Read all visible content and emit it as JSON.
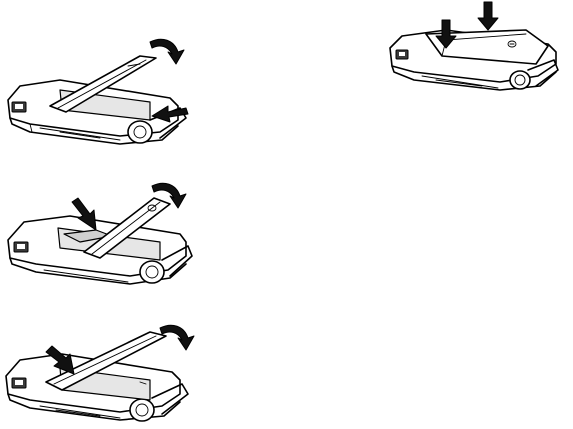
{
  "illustrations": [
    {
      "id": "step-1",
      "description_icon": "remove-battery-door-icon",
      "arrows": [
        "curved-lift-arrow",
        "push-arrow"
      ]
    },
    {
      "id": "step-2",
      "description_icon": "insert-sim-card-icon",
      "arrows": [
        "curved-lift-arrow",
        "push-down-arrow"
      ]
    },
    {
      "id": "step-3",
      "description_icon": "insert-battery-icon",
      "arrows": [
        "curved-lift-arrow",
        "push-down-arrow"
      ]
    },
    {
      "id": "step-4",
      "description_icon": "replace-battery-door-icon",
      "arrows": [
        "push-down-arrow",
        "push-down-arrow"
      ]
    }
  ],
  "colors": {
    "line": "#000000",
    "shade": "#cfcfcf",
    "background": "#ffffff"
  }
}
